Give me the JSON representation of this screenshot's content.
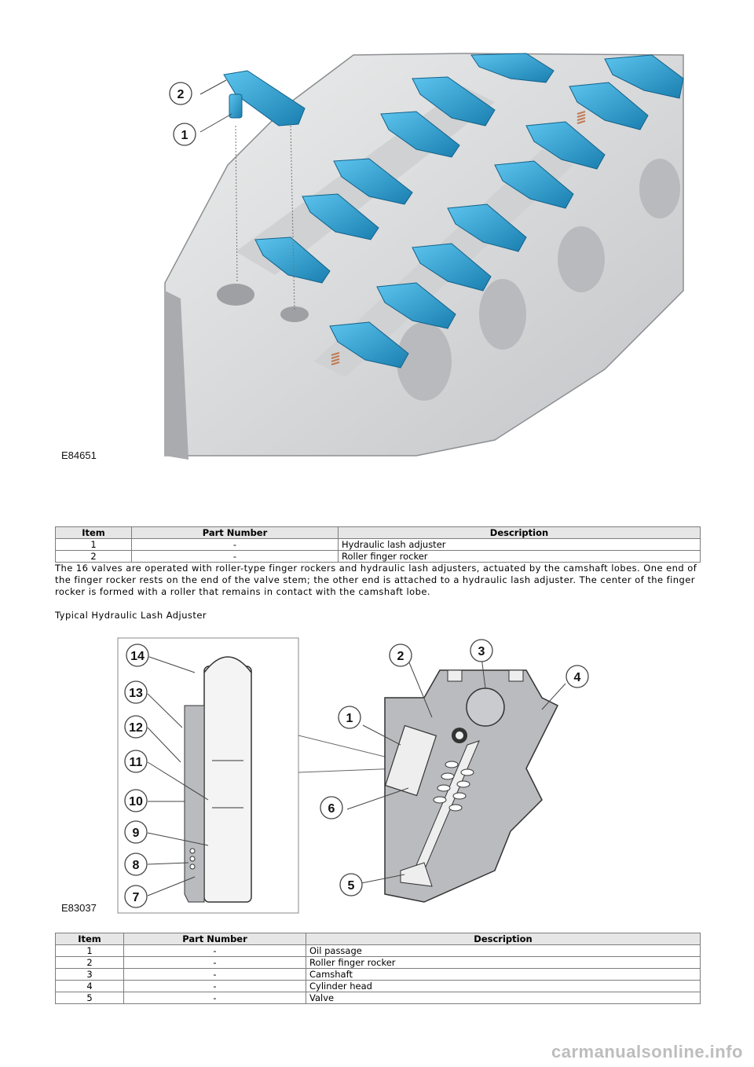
{
  "figure1": {
    "id_label": "E84651",
    "callouts": [
      "2",
      "1"
    ]
  },
  "table1": {
    "headers": [
      "Item",
      "Part Number",
      "Description"
    ],
    "rows": [
      [
        "1",
        "-",
        "Hydraulic lash adjuster"
      ],
      [
        "2",
        "-",
        "Roller finger rocker"
      ]
    ]
  },
  "paragraph1": "The 16 valves are operated with roller-type finger rockers and hydraulic lash adjusters, actuated by the camshaft lobes. One end of the finger rocker rests on the end of the valve stem; the other end is attached to a hydraulic lash adjuster. The center of the finger rocker is formed with a roller that remains in contact with the camshaft lobe.",
  "section_heading": "Typical Hydraulic Lash Adjuster",
  "figure2": {
    "id_label": "E83037",
    "left_callouts": [
      "14",
      "13",
      "12",
      "11",
      "10",
      "9",
      "8",
      "7"
    ],
    "right_callouts": [
      "2",
      "3",
      "4",
      "1",
      "6",
      "5"
    ]
  },
  "table2": {
    "headers": [
      "Item",
      "Part Number",
      "Description"
    ],
    "rows": [
      [
        "1",
        "-",
        "Oil passage"
      ],
      [
        "2",
        "-",
        "Roller finger rocker"
      ],
      [
        "3",
        "-",
        "Camshaft"
      ],
      [
        "4",
        "-",
        "Cylinder head"
      ],
      [
        "5",
        "-",
        "Valve"
      ]
    ]
  },
  "watermark": "carmanualsonline.info",
  "colors": {
    "rocker_blue": "#2ea4d8",
    "head_grey": "#d9dadc",
    "head_shadow": "#a9abae",
    "table_header_bg": "#e6e6e6"
  }
}
